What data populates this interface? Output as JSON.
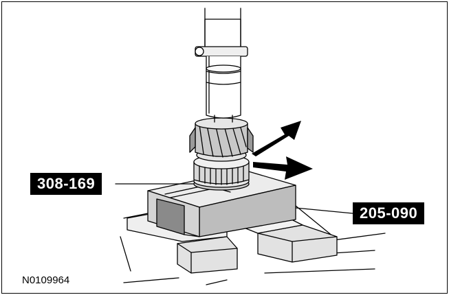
{
  "callouts": {
    "left": "308-169",
    "right": "205-090"
  },
  "figure_id": "N0109964",
  "colors": {
    "line": "#000000",
    "shade_light": "#e6e6e6",
    "shade_mid": "#bdbdbd",
    "shade_dark": "#8a8a8a"
  },
  "icons": {
    "arrows": "black-arrow-pair"
  }
}
